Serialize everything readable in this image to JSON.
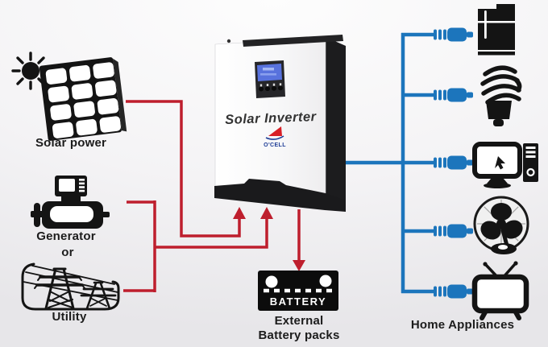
{
  "labels": {
    "solar_power": "Solar power",
    "generator": "Generator",
    "or": "or",
    "utility": "Utility",
    "inverter_title": "Solar Inverter",
    "brand": "O'CELL",
    "battery_badge": "BATTERY",
    "battery_caption_line1": "External",
    "battery_caption_line2": "Battery packs",
    "home_appliances": "Home Appliances"
  },
  "colors": {
    "wire-red": "#be1e2d",
    "wire-blue": "#1c75bc",
    "ink": "#141414",
    "label-ink": "#1c1c1c",
    "lcd-blue": "#5872dd",
    "brand-blue": "#1d3c96",
    "brand-red": "#d81f26"
  },
  "icons": {
    "sources": [
      "sun-icon",
      "solar-panel-icon",
      "generator-icon",
      "utility-towers-icon"
    ],
    "center": [
      "solar-inverter-unit",
      "battery-icon"
    ],
    "appliances": [
      "refrigerator-icon",
      "cfl-bulb-icon",
      "desktop-computer-icon",
      "electric-fan-icon",
      "television-icon"
    ],
    "connector": "power-plug-icon"
  }
}
